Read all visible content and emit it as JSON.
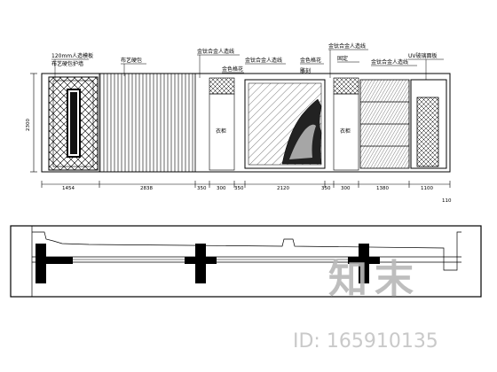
{
  "elevation": {
    "left_height_dim": "2300",
    "labels": {
      "frame_material": "120mm人造模板",
      "fabric_panel": "布艺硬包",
      "hard_roll": "布艺硬包护墙",
      "metal_top1": "金钛合金人造线",
      "metal_top2": "金钛合金人造线",
      "metal_top3": "金钛合金人造线",
      "metal_right": "金钛合金人造线",
      "metal_lattice1": "金色格花",
      "metal_lattice2": "金色格花",
      "carving": "雕刻",
      "fixed": "固定",
      "wardrobe_left": "衣柜",
      "wardrobe_right": "衣柜",
      "uv_panel": "UV玻璃面板"
    },
    "bottom_dims": [
      "1454",
      "2838",
      "350",
      "300",
      "350",
      "2120",
      "350",
      "300",
      "1380",
      "1100"
    ],
    "bottom_right_dim": "110"
  },
  "watermark": {
    "logo": "知末",
    "id_text": "ID: 165910135"
  }
}
